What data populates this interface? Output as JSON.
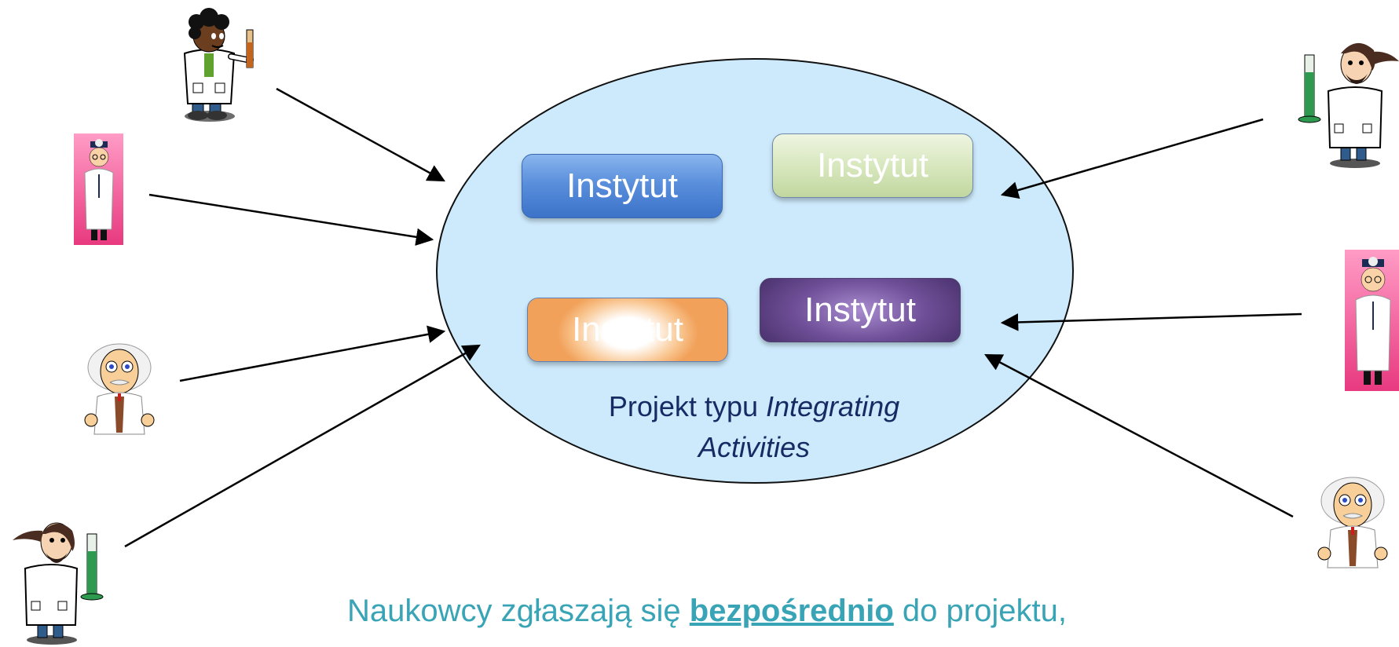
{
  "boxes": [
    {
      "label": "Instytut",
      "color": "#4f86d6"
    },
    {
      "label": "Instytut",
      "color": "#d6e6bb"
    },
    {
      "label": "Instytut",
      "color": "#f4a867"
    },
    {
      "label": "Instytut",
      "color": "#5e4088"
    }
  ],
  "ellipse": {
    "fill": "#cdeafc",
    "stroke": "#111111"
  },
  "caption": {
    "prefix": "Projekt typu ",
    "italic_a": "Integrating",
    "italic_b": "Activities"
  },
  "bottom": {
    "before": "Naukowcy zgłaszają się ",
    "bold": "bezpośrednio",
    "after": " do projektu,"
  },
  "figures": [
    {
      "icon": "scientist-dark-hair-icon"
    },
    {
      "icon": "doctor-card-icon"
    },
    {
      "icon": "old-professor-icon"
    },
    {
      "icon": "scientist-ponytail-icon"
    },
    {
      "icon": "scientist-ponytail-icon"
    },
    {
      "icon": "doctor-card-icon"
    },
    {
      "icon": "old-professor-icon"
    }
  ]
}
